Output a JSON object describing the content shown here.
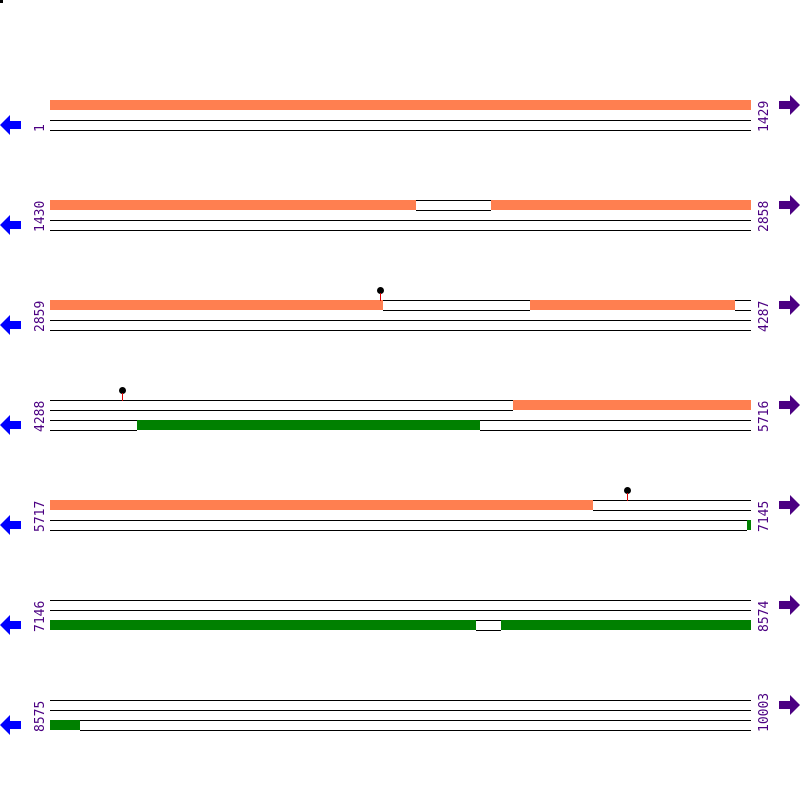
{
  "diagram": {
    "type": "sequence-orf-map",
    "colors": {
      "orange_frame": "#ff7f50",
      "green_frame": "#008000",
      "label": "#4b0082",
      "left_arrow": "#0000ff",
      "right_arrow": "#4b0082",
      "marker_head": "#000000",
      "marker_stem": "#e00000"
    },
    "rows": [
      {
        "start": "1",
        "end": "1429",
        "left_icon": "arrow-left-icon",
        "right_icon": "arrow-right-icon"
      },
      {
        "start": "1430",
        "end": "2858",
        "left_icon": "arrow-left-icon",
        "right_icon": "arrow-right-icon"
      },
      {
        "start": "2859",
        "end": "4287",
        "left_icon": "arrow-left-icon",
        "right_icon": "arrow-right-icon"
      },
      {
        "start": "4288",
        "end": "5716",
        "left_icon": "arrow-left-icon",
        "right_icon": "arrow-right-icon"
      },
      {
        "start": "5717",
        "end": "7145",
        "left_icon": "arrow-left-icon",
        "right_icon": "arrow-right-icon"
      },
      {
        "start": "7146",
        "end": "8574",
        "left_icon": "arrow-left-icon",
        "right_icon": "arrow-right-icon"
      },
      {
        "start": "8575",
        "end": "10003",
        "left_icon": "arrow-left-icon",
        "right_icon": "arrow-right-icon"
      }
    ]
  }
}
